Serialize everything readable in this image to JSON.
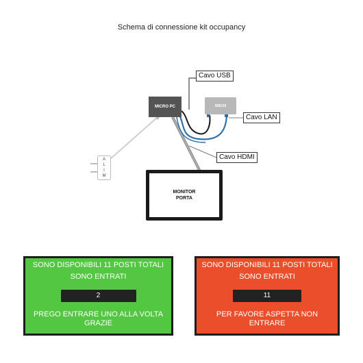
{
  "title": "Schema di connessione kit occupancy",
  "diagram": {
    "micro_pc": "MICRO PC",
    "smu_box": "SMU10",
    "label_usb": "Cavo USB",
    "label_lan": "Cavo LAN",
    "label_hdmi": "Cavo HDMI",
    "alim_letters": [
      "A",
      "L",
      "I",
      "M"
    ],
    "monitor_line1": "MONITOR",
    "monitor_line2": "PORTA",
    "colors": {
      "usb_wire": "#1a1a1a",
      "lan_wire": "#2e6fa8",
      "hdmi_wire": "#8c8c8c",
      "power_wire": "#c8c8c8"
    }
  },
  "screen_green": {
    "corner": "",
    "line1": "SONO DISPONIBILI 11 POSTI TOTALI",
    "line2": "SONO ENTRATI",
    "count": "2",
    "message_line1": "PREGO ENTRARE UNO ALLA VOLTA",
    "message_line2": "GRAZIE",
    "background": "#54c742"
  },
  "screen_red": {
    "corner": "",
    "line1": "SONO DISPONIBILI 11 POSTI TOTALI",
    "line2": "SONO ENTRATI",
    "count": "11",
    "message_line1": "PER FAVORE ASPETTA NON",
    "message_line2": "ENTRARE",
    "background": "#ea4e2b"
  }
}
